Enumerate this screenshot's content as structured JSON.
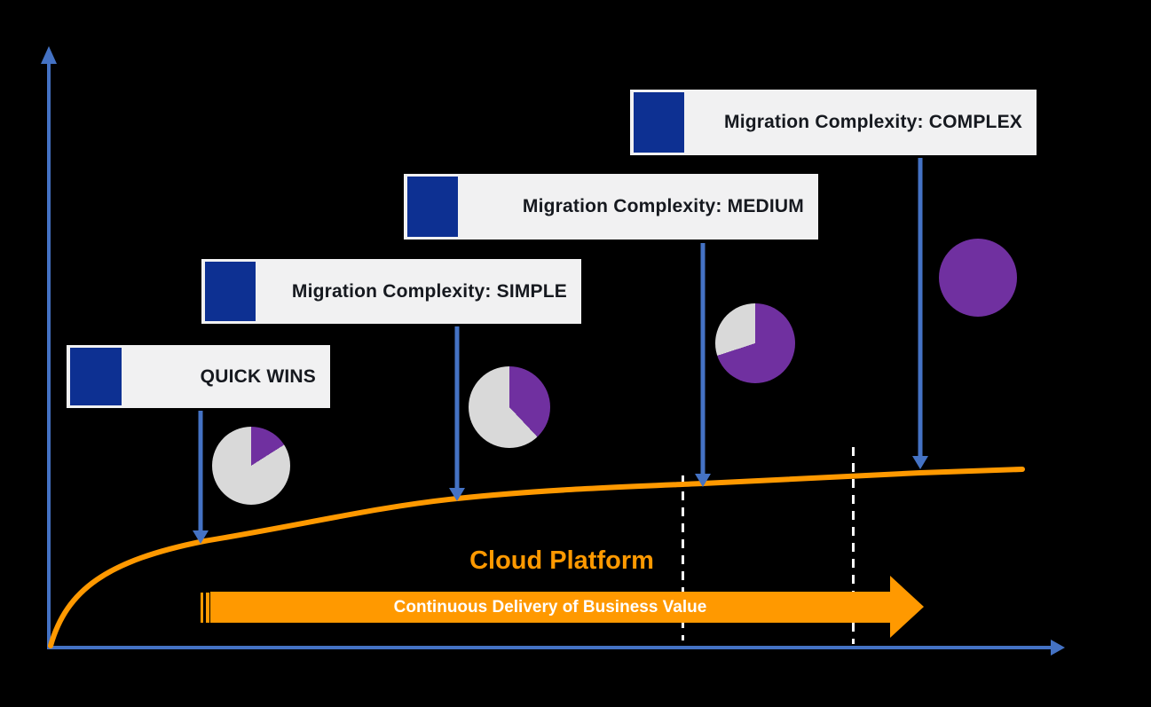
{
  "colors": {
    "background": "#000000",
    "axis_blue": "#4472C4",
    "navy_swatch": "#0D3092",
    "callout_bg": "#F1F1F2",
    "callout_text": "#16191F",
    "orange": "#FF9900",
    "bar_text_white": "#FFFFFF",
    "pie_purple": "#7030A0",
    "pie_gray": "#D9D9D9",
    "dashed_line_white": "#FFFFFF"
  },
  "milestones": [
    {
      "label": "QUICK WINS",
      "pie_purple_pct": 16
    },
    {
      "label": "Migration Complexity: SIMPLE",
      "pie_purple_pct": 38
    },
    {
      "label": "Migration Complexity: MEDIUM",
      "pie_purple_pct": 70
    },
    {
      "label": "Migration Complexity: COMPLEX",
      "pie_purple_pct": 100
    }
  ],
  "curve": {
    "label": "Cloud Platform"
  },
  "value_arrow": {
    "label": "Continuous Delivery of Business Value"
  }
}
